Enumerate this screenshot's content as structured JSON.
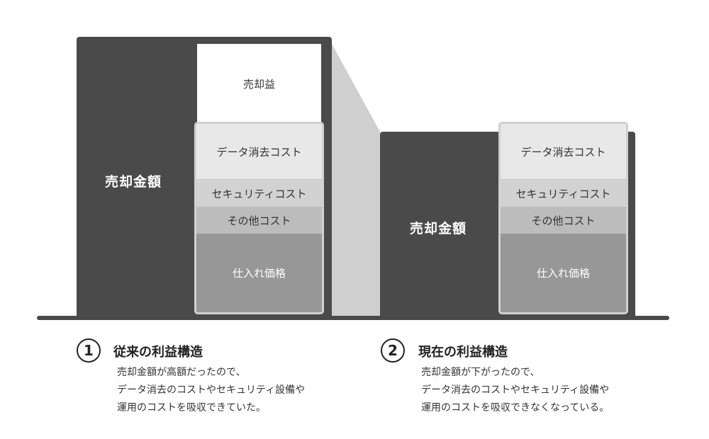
{
  "colors": {
    "bar_dark": "#4a4a4a",
    "connector": "#cfcfcf",
    "segment_data_erasure": "#e8e8e8",
    "segment_security": "#d2d2d2",
    "segment_other": "#bcbcbc",
    "segment_purchase": "#979797",
    "profit": "#ffffff"
  },
  "left_diagram": {
    "sale_amount_label": "売却金額",
    "profit_label": "売却益",
    "costs": {
      "data_erasure": "データ消去コスト",
      "security": "セキュリティコスト",
      "other": "その他コスト",
      "purchase_price": "仕入れ価格"
    }
  },
  "right_diagram": {
    "sale_amount_label": "売却金額",
    "costs": {
      "data_erasure": "データ消去コスト",
      "security": "セキュリティコスト",
      "other": "その他コスト",
      "purchase_price": "仕入れ価格"
    }
  },
  "captions": {
    "left": {
      "number": "1",
      "title": "従来の利益構造",
      "lines": [
        "売却金額が高額だったので、",
        "データ消去のコストやセキュリティ設備や",
        "運用のコストを吸収できていた。"
      ]
    },
    "right": {
      "number": "2",
      "title": "現在の利益構造",
      "lines": [
        "売却金額が下がったので、",
        "データ消去のコストやセキュリティ設備や",
        "運用のコストを吸収できなくなっている。"
      ]
    }
  }
}
